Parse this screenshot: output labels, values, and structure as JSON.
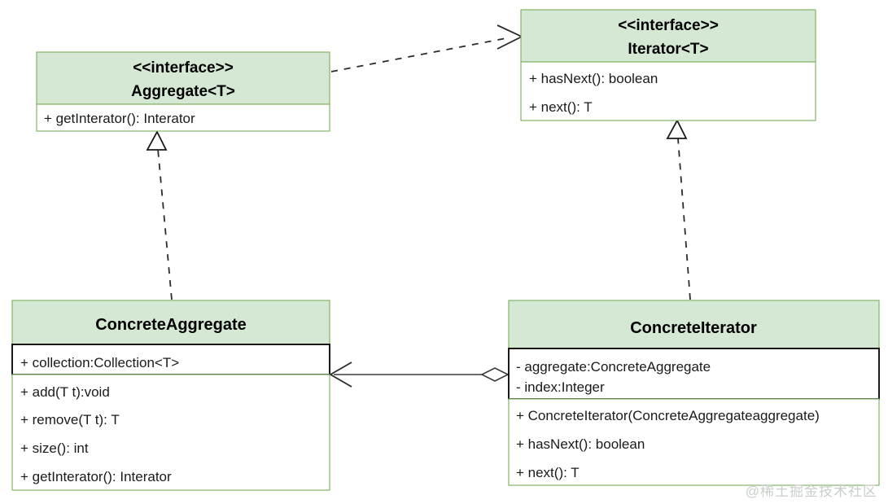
{
  "diagram": {
    "type": "uml-class-diagram",
    "title": "Iterator Pattern UML Class Diagram",
    "colors": {
      "header_fill": "#d5e8d4",
      "header_border": "#82b366",
      "body_fill": "#ffffff",
      "attr_border": "#000000",
      "connector": "#2b2b2b",
      "watermark": "#c9cfc9"
    }
  },
  "classes": {
    "aggregate": {
      "stereotype": "<<interface>>",
      "name": "Aggregate<T>",
      "members": [
        "+ getInterator(): Interator"
      ]
    },
    "iterator": {
      "stereotype": "<<interface>>",
      "name": "Iterator<T>",
      "members": [
        "+ hasNext(): boolean",
        "+ next(): T"
      ]
    },
    "concrete_aggregate": {
      "stereotype": "",
      "name": "ConcreteAggregate",
      "attributes": [
        "+ collection:Collection<T>"
      ],
      "operations": [
        "+ add(T t):void",
        "+ remove(T t): T",
        "+ size(): int",
        "+ getInterator(): Interator"
      ]
    },
    "concrete_iterator": {
      "stereotype": "",
      "name": "ConcreteIterator",
      "attributes": [
        "- aggregate:ConcreteAggregate",
        "- index:Integer"
      ],
      "operations": [
        "+ ConcreteIterator(ConcreteAggregateaggregate)",
        "+ hasNext(): boolean",
        "+ next(): T"
      ]
    }
  },
  "relations": [
    {
      "id": "dependency-aggregate-iterator",
      "kind": "dependency",
      "from": "Aggregate<T>",
      "to": "Iterator<T>",
      "line": "dashed",
      "head": "open-arrow"
    },
    {
      "id": "realization-concreteaggregate-aggregate",
      "kind": "realization",
      "from": "ConcreteAggregate",
      "to": "Aggregate<T>",
      "line": "dashed",
      "head": "hollow-triangle"
    },
    {
      "id": "realization-concreteiterator-iterator",
      "kind": "realization",
      "from": "ConcreteIterator",
      "to": "Iterator<T>",
      "line": "dashed",
      "head": "hollow-triangle"
    },
    {
      "id": "aggregation-concreteiterator-concreteaggregate",
      "kind": "aggregation",
      "from": "ConcreteIterator",
      "to": "ConcreteAggregate",
      "line": "solid",
      "head": "open-arrow",
      "tail": "hollow-diamond"
    }
  ],
  "watermark": {
    "text": "@稀土掘金技术社区"
  }
}
